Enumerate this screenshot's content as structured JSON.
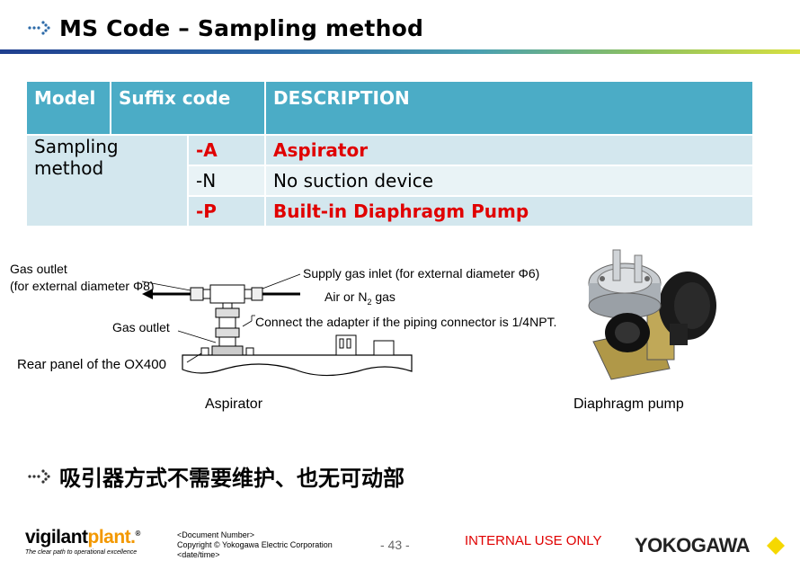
{
  "header": {
    "title": "MS Code – Sampling method"
  },
  "table": {
    "headers": {
      "model": "Model",
      "suffix": "Suffix code",
      "description": "DESCRIPTION"
    },
    "model_label": "Sampling method",
    "rows": [
      {
        "code": "-A",
        "description": "Aspirator",
        "highlight": true
      },
      {
        "code": "-N",
        "description": "No suction device",
        "highlight": false
      },
      {
        "code": "-P",
        "description": "Built-in Diaphragm Pump",
        "highlight": true
      }
    ]
  },
  "aspirator_figure": {
    "gas_outlet_top_1": "Gas outlet",
    "gas_outlet_top_2": "(for external diameter Φ8)",
    "supply_inlet": "Supply gas inlet (for external diameter Φ6)",
    "air_label": "Air or N",
    "air_sub": "2",
    "air_suffix": " gas",
    "adapter_note": "Connect the adapter if the piping connector is 1/4NPT.",
    "gas_outlet_lower": "Gas outlet",
    "rear_panel": "Rear panel of the OX400",
    "caption": "Aspirator"
  },
  "pump_figure": {
    "caption": "Diaphragm pump"
  },
  "note": "吸引器方式不需要维护、也无可动部",
  "footer": {
    "logo_vigilant": "vigilant",
    "logo_plant": "plant.",
    "logo_reg": "®",
    "logo_tagline": "The clear path to operational excellence",
    "doc_number": "<Document  Number>",
    "copyright": "Copyright © Yokogawa Electric Corporation",
    "date": "<date/time>",
    "page": "- 43 -",
    "internal": "INTERNAL USE ONLY",
    "brand": "YOKOGAWA"
  },
  "colors": {
    "header_bg": "#4bacc6",
    "row_bg": "#d3e7ee",
    "row_alt_bg": "#e9f3f6",
    "highlight": "#e00000",
    "accent_yellow": "#f5d800"
  }
}
